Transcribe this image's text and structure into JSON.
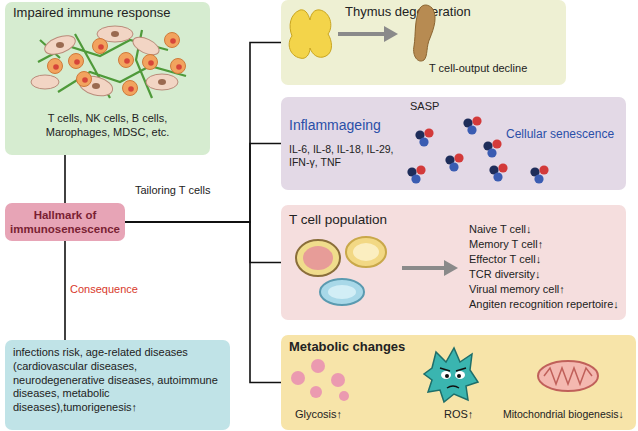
{
  "diagram": {
    "nodes": [
      {
        "text": [
          "Impaired immune response",
          "T cells, NK cells, B cells, Marophages, MDSC, etc."
        ]
      },
      {
        "text": [
          "Thymus degeneration",
          "T cell-output decline"
        ]
      },
      {
        "text": [
          "SASP",
          "Inflammageing",
          "IL-6, IL-8, IL-18, IL-29, IFN-γ, TNF",
          "Cellular senescence"
        ]
      },
      {
        "text": [
          "Hallmark of immunosenescence"
        ]
      },
      {
        "text": [
          "T cell population",
          "Naive T cell↓",
          "Memory T cell↑",
          "Effector T cell↓",
          "TCR diversity↓",
          "Virual memory cell↑",
          "Angiten recognition repertoire↓"
        ]
      },
      {
        "text": [
          "Metabolic changes",
          "Glycosis↑",
          "ROS↑",
          "Mitochondrial biogenesis↓"
        ]
      },
      {
        "text": [
          "infections risk, age-related diseases (cardiovascular diseases, neurodegenerative diseases, autoimmune diseases, metabolic diseases),tumorigenesis↑"
        ]
      }
    ],
    "edges": [
      {
        "from": 3,
        "to": 0,
        "arrow": "none"
      },
      {
        "from": 3,
        "to": 1,
        "arrow": "none"
      },
      {
        "from": 3,
        "to": 2,
        "arrow": "none"
      },
      {
        "from": 3,
        "to": 4,
        "arrow": "none"
      },
      {
        "from": 3,
        "to": 5,
        "arrow": "none"
      },
      {
        "from": 3,
        "to": 6,
        "arrow": "none"
      }
    ],
    "labels": [
      "Tailoring T cells",
      "Consequence"
    ]
  }
}
